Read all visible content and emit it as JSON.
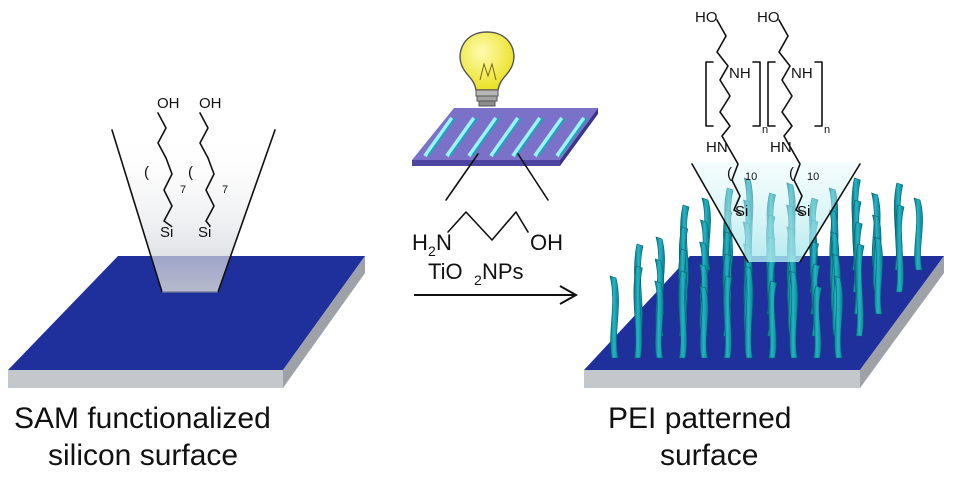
{
  "left_panel": {
    "caption_line1": "SAM functionalized",
    "caption_line2": "silicon surface",
    "molecule": {
      "oh_left": "OH",
      "oh_right": "OH",
      "open_paren": "(",
      "repeat_left": "7",
      "repeat_right": "7",
      "si_left": "Si",
      "si_right": "Si"
    }
  },
  "middle_panel": {
    "reactant_h2n": "H",
    "reactant_h2n_sub": "2",
    "reactant_n": "N",
    "reactant_oh": "OH",
    "catalyst": "TiO",
    "catalyst_sub": "2",
    "catalyst_tail": " NPs",
    "lamp_icon": "light-bulb-icon",
    "mask_icon": "striped-photomask-icon"
  },
  "right_panel": {
    "caption_line1": "PEI patterned",
    "caption_line2": "surface",
    "molecule": {
      "ho_left": "HO",
      "ho_right": "HO",
      "nh_left": "NH",
      "nh_right": "NH",
      "n_left": "n",
      "n_right": "n",
      "hn_left": "HN",
      "hn_right": "HN",
      "repeat_left": "10",
      "repeat_right": "10",
      "si_left": "Si",
      "si_right": "Si"
    }
  },
  "colors": {
    "substrate_top": "#1f2f9c",
    "substrate_side": "#b9bcc2",
    "pillar": "#1aa7b8",
    "pillar_light": "#8de6ee",
    "mask": "#7b71c9",
    "bulb": "#f2ec3a"
  }
}
